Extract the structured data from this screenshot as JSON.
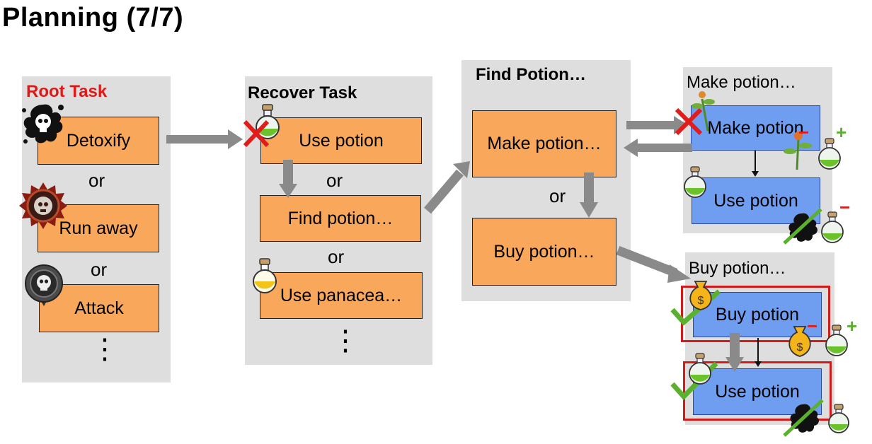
{
  "title": "Planning (7/7)",
  "colors": {
    "box_orange": "#f8a75b",
    "box_blue": "#6f9ef1",
    "panel_gray": "#dedede",
    "arrow_gray": "#8a8a8a",
    "root_title_red": "#e01818",
    "cross_red": "#e21b1b",
    "check_green": "#5cb030",
    "highlight_red": "#d21c1c"
  },
  "root_panel": {
    "title": "Root Task",
    "items": [
      "Detoxify",
      "Run away",
      "Attack"
    ],
    "or": "or",
    "more": "⋮",
    "icons": [
      "poison-splat-icon",
      "run-away-emblem-icon",
      "skull-emblem-icon"
    ]
  },
  "recover_panel": {
    "title": "Recover Task",
    "items": [
      "Use potion",
      "Find potion…",
      "Use panacea…"
    ],
    "or": "or",
    "more": "⋮",
    "icons": [
      "green-potion-icon",
      "yellow-panacea-icon"
    ]
  },
  "find_panel": {
    "title": "Find Potion…",
    "items": [
      "Make potion…",
      "Buy potion…"
    ],
    "or": "or"
  },
  "make_panel": {
    "title": "Make potion…",
    "steps": [
      "Make potion",
      "Use potion"
    ],
    "icons": [
      "herb-icon",
      "potion-icon",
      "poison-splat-icon"
    ],
    "effects": [
      "+",
      "−",
      "−"
    ]
  },
  "buy_panel": {
    "title": "Buy potion…",
    "steps": [
      "Buy potion",
      "Use potion"
    ],
    "icons": [
      "money-bag-icon",
      "potion-icon",
      "poison-splat-icon"
    ],
    "effects": [
      "+",
      "−"
    ]
  }
}
